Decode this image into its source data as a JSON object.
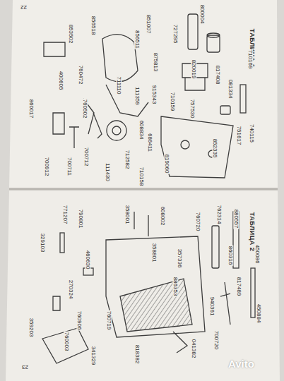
{
  "diagram": {
    "labels": [
      "22",
      "ТАБЛИЦА 1",
      "800004",
      "727295",
      "817408",
      "820019",
      "757530",
      "081334",
      "751617",
      "710169",
      "740115",
      "710159",
      "851007",
      "856511",
      "875813",
      "856518",
      "915343",
      "111359",
      "608834",
      "711110",
      "819060",
      "852335",
      "760472",
      "853502",
      "400605",
      "760502",
      "700712",
      "712582",
      "686411",
      "710158",
      "111430",
      "700711",
      "700912",
      "860017",
      "ТАБЛИЦА 2",
      "880557",
      "762314",
      "860316",
      "817489",
      "450086",
      "450884",
      "608002",
      "358001",
      "358801",
      "357336",
      "886353",
      "760720",
      "940361",
      "700720",
      "041382",
      "818382",
      "760719",
      "460630",
      "771207",
      "790801",
      "329103",
      "270324",
      "760906",
      "760003",
      "341329",
      "359203",
      "23",
      "Avito"
    ]
  }
}
